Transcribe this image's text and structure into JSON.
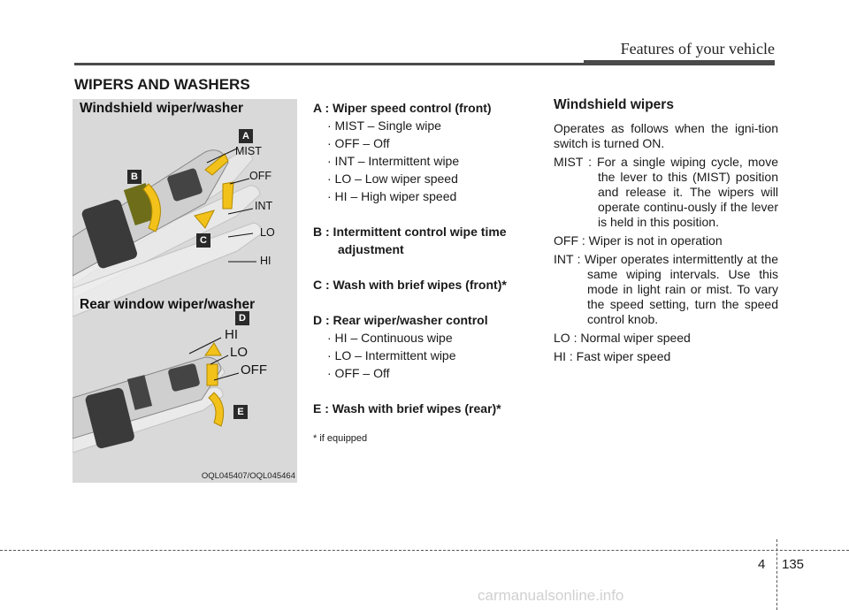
{
  "header": {
    "title": "Features of your vehicle"
  },
  "section_title": "WIPERS AND WASHERS",
  "figure": {
    "title_front": "Windshield wiper/washer",
    "title_rear": "Rear window wiper/washer",
    "code": "OQL045407/OQL045464",
    "callouts": {
      "a": "A",
      "b": "B",
      "c": "C",
      "d": "D",
      "e": "E"
    },
    "front_positions": {
      "mist": "MIST",
      "off": "OFF",
      "int": "INT",
      "lo": "LO",
      "hi": "HI"
    },
    "rear_positions": {
      "hi": "HI",
      "lo": "LO",
      "off": "OFF"
    }
  },
  "legend": {
    "a_title": "A : Wiper speed control (front)",
    "a_items": [
      "· MIST – Single wipe",
      "· OFF – Off",
      "· INT – Intermittent wipe",
      "· LO – Low wiper speed",
      "· HI – High wiper speed"
    ],
    "b_title_1": "B : Intermittent control wipe time",
    "b_title_2": "adjustment",
    "c_title": "C : Wash with brief wipes (front)*",
    "d_title": "D : Rear wiper/washer control",
    "d_items": [
      "· HI – Continuous wipe",
      "· LO – Intermittent wipe",
      "· OFF – Off"
    ],
    "e_title": "E : Wash with brief wipes (rear)*",
    "footnote": "* if equipped"
  },
  "windshield": {
    "heading": "Windshield wipers",
    "intro": "Operates as follows when the igni-tion switch is turned ON.",
    "mist": "MIST : For a single wiping cycle, move the lever to this (MIST) position and release it. The wipers will operate continu-ously if the lever is held in this position.",
    "off": "OFF : Wiper is not in operation",
    "int": "INT : Wiper operates intermittently at the same wiping intervals. Use this mode in light rain or mist. To vary the speed setting, turn the speed control knob.",
    "lo": "LO : Normal wiper speed",
    "hi": "HI : Fast wiper speed"
  },
  "footer": {
    "chapter": "4",
    "page": "135",
    "watermark": "carmanualsonline.info"
  }
}
